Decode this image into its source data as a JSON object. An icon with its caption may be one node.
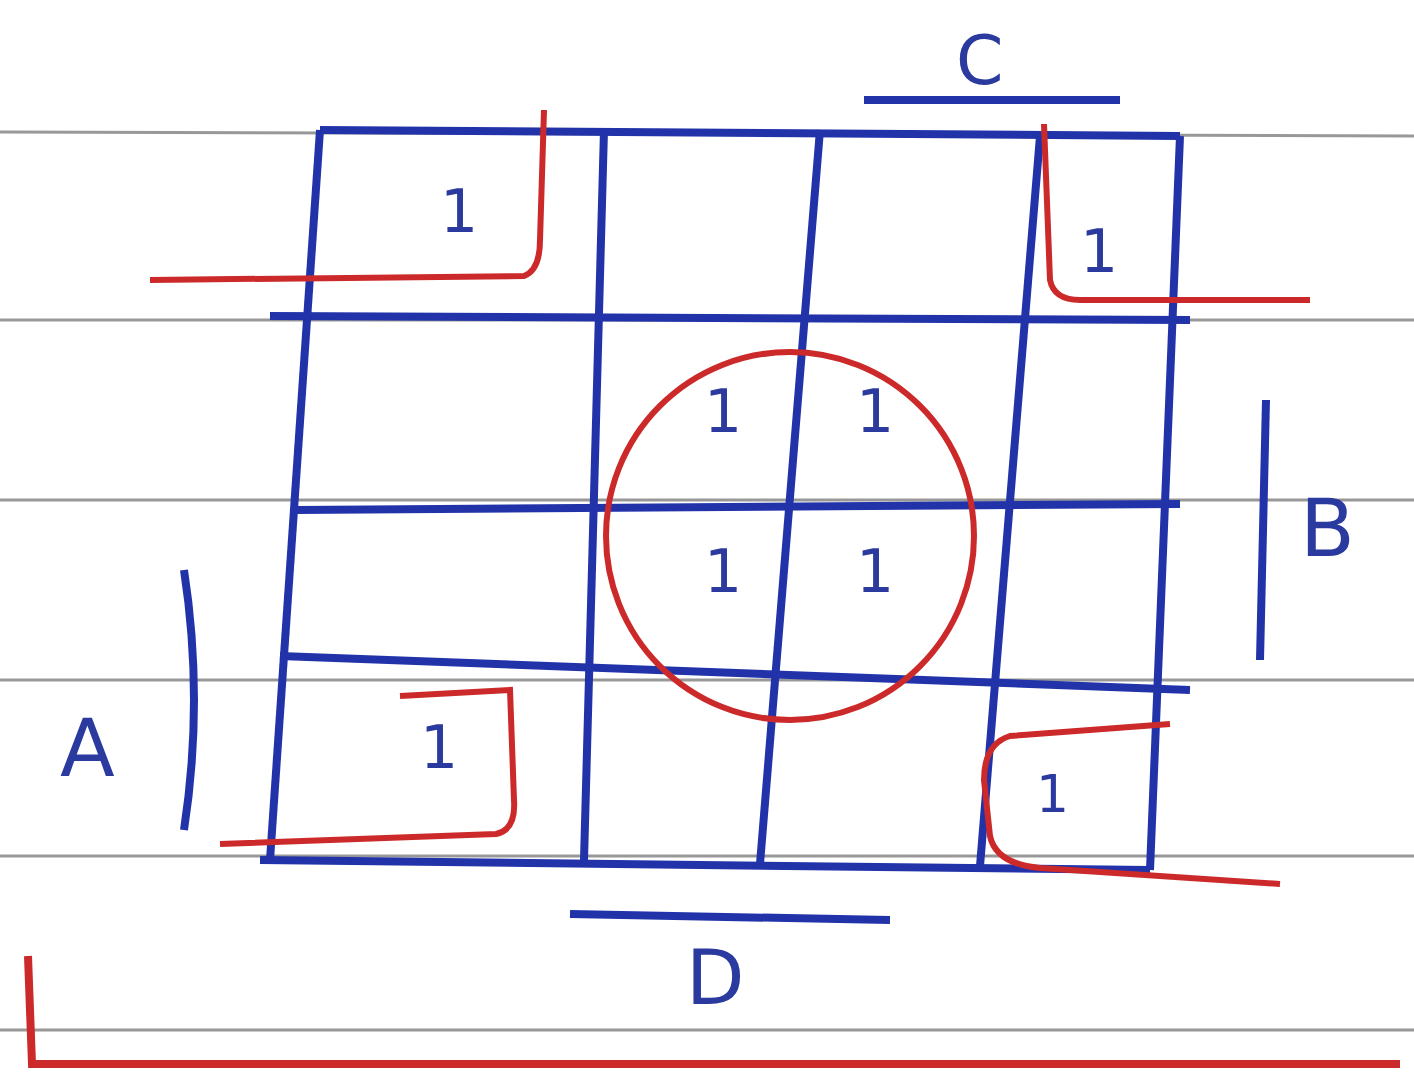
{
  "diagram": {
    "labels": [
      "C",
      "1",
      "1",
      "1",
      "1",
      "B",
      "1",
      "1",
      "A",
      "1",
      "1",
      "D"
    ]
  }
}
